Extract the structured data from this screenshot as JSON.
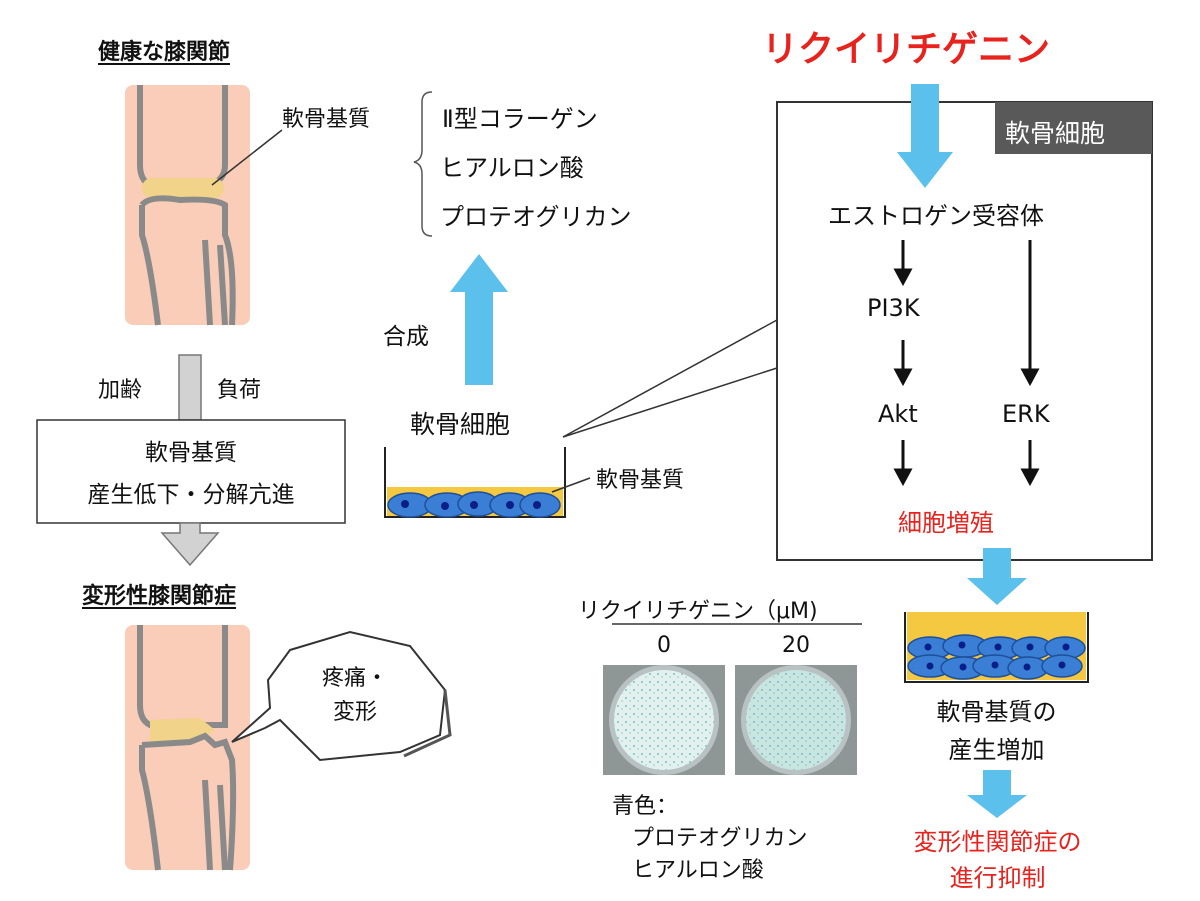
{
  "left": {
    "healthy_title": "健康な膝関節",
    "matrix_label": "軟骨基質",
    "components": [
      "Ⅱ型コラーゲン",
      "ヒアルロン酸",
      "プロテオグリカン"
    ],
    "arrow_left": "加齢",
    "arrow_right": "負荷",
    "box_line1": "軟骨基質",
    "box_line2": "産生低下・分解亢進",
    "oa_title": "変形性膝関節症",
    "bubble_line1": "疼痛・",
    "bubble_line2": "変形"
  },
  "middle": {
    "synthesis": "合成",
    "chondrocyte": "軟骨細胞",
    "matrix": "軟骨基質"
  },
  "right": {
    "compound": "リクイリチゲニン",
    "box_tag": "軟骨細胞",
    "receptor": "エストロゲン受容体",
    "pi3k": "PI3K",
    "akt": "Akt",
    "erk": "ERK",
    "proliferation": "細胞増殖",
    "production_line1": "軟骨基質の",
    "production_line2": "産生増加",
    "suppression_line1": "変形性関節症の",
    "suppression_line2": "進行抑制"
  },
  "experiment": {
    "header": "リクイリチゲニン（μM)",
    "dose_0": "0",
    "dose_20": "20",
    "legend_line1": "青色：",
    "legend_line2": "プロテオグリカン",
    "legend_line3": "ヒアルロン酸"
  },
  "colors": {
    "accent_red": "#e8221c",
    "arrow_blue": "#5bc0eb",
    "cell_blue": "#3a7fd5",
    "matrix_yellow": "#f5c842",
    "skin": "#f9cdb8",
    "bone_outline": "#888888",
    "tag_gray": "#595959"
  }
}
